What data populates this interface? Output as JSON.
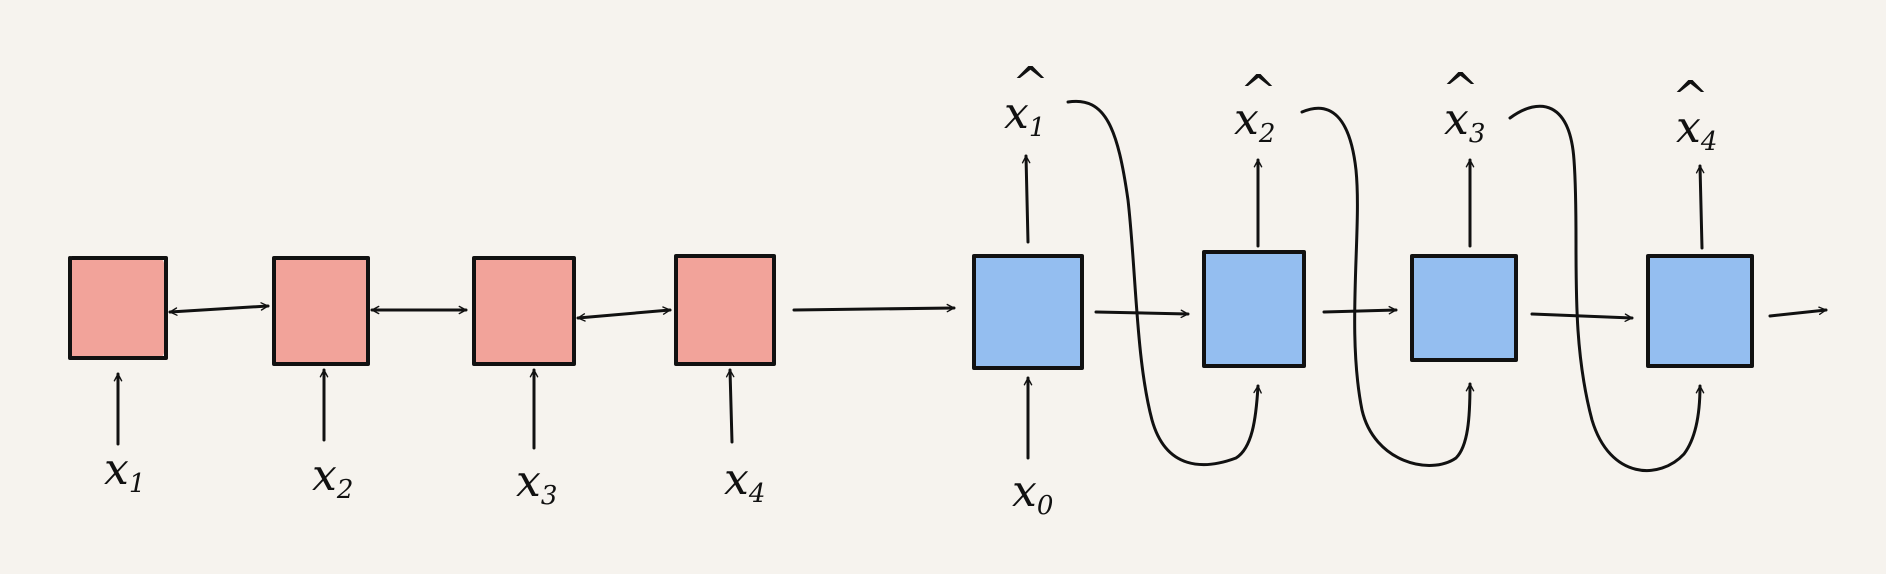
{
  "colors": {
    "background": "#f6f3ee",
    "encoder": "#f2a39a",
    "decoder": "#94bef0",
    "ink": "#111111"
  },
  "encoder": {
    "inputs": [
      {
        "base": "x",
        "sub": "1"
      },
      {
        "base": "x",
        "sub": "2"
      },
      {
        "base": "x",
        "sub": "3"
      },
      {
        "base": "x",
        "sub": "4"
      }
    ]
  },
  "decoder": {
    "input": {
      "base": "x",
      "sub": "0"
    },
    "outputs": [
      {
        "base": "x",
        "hat": "^",
        "sub": "1"
      },
      {
        "base": "x",
        "hat": "^",
        "sub": "2"
      },
      {
        "base": "x",
        "hat": "^",
        "sub": "3"
      },
      {
        "base": "x",
        "hat": "^",
        "sub": "4"
      }
    ]
  }
}
